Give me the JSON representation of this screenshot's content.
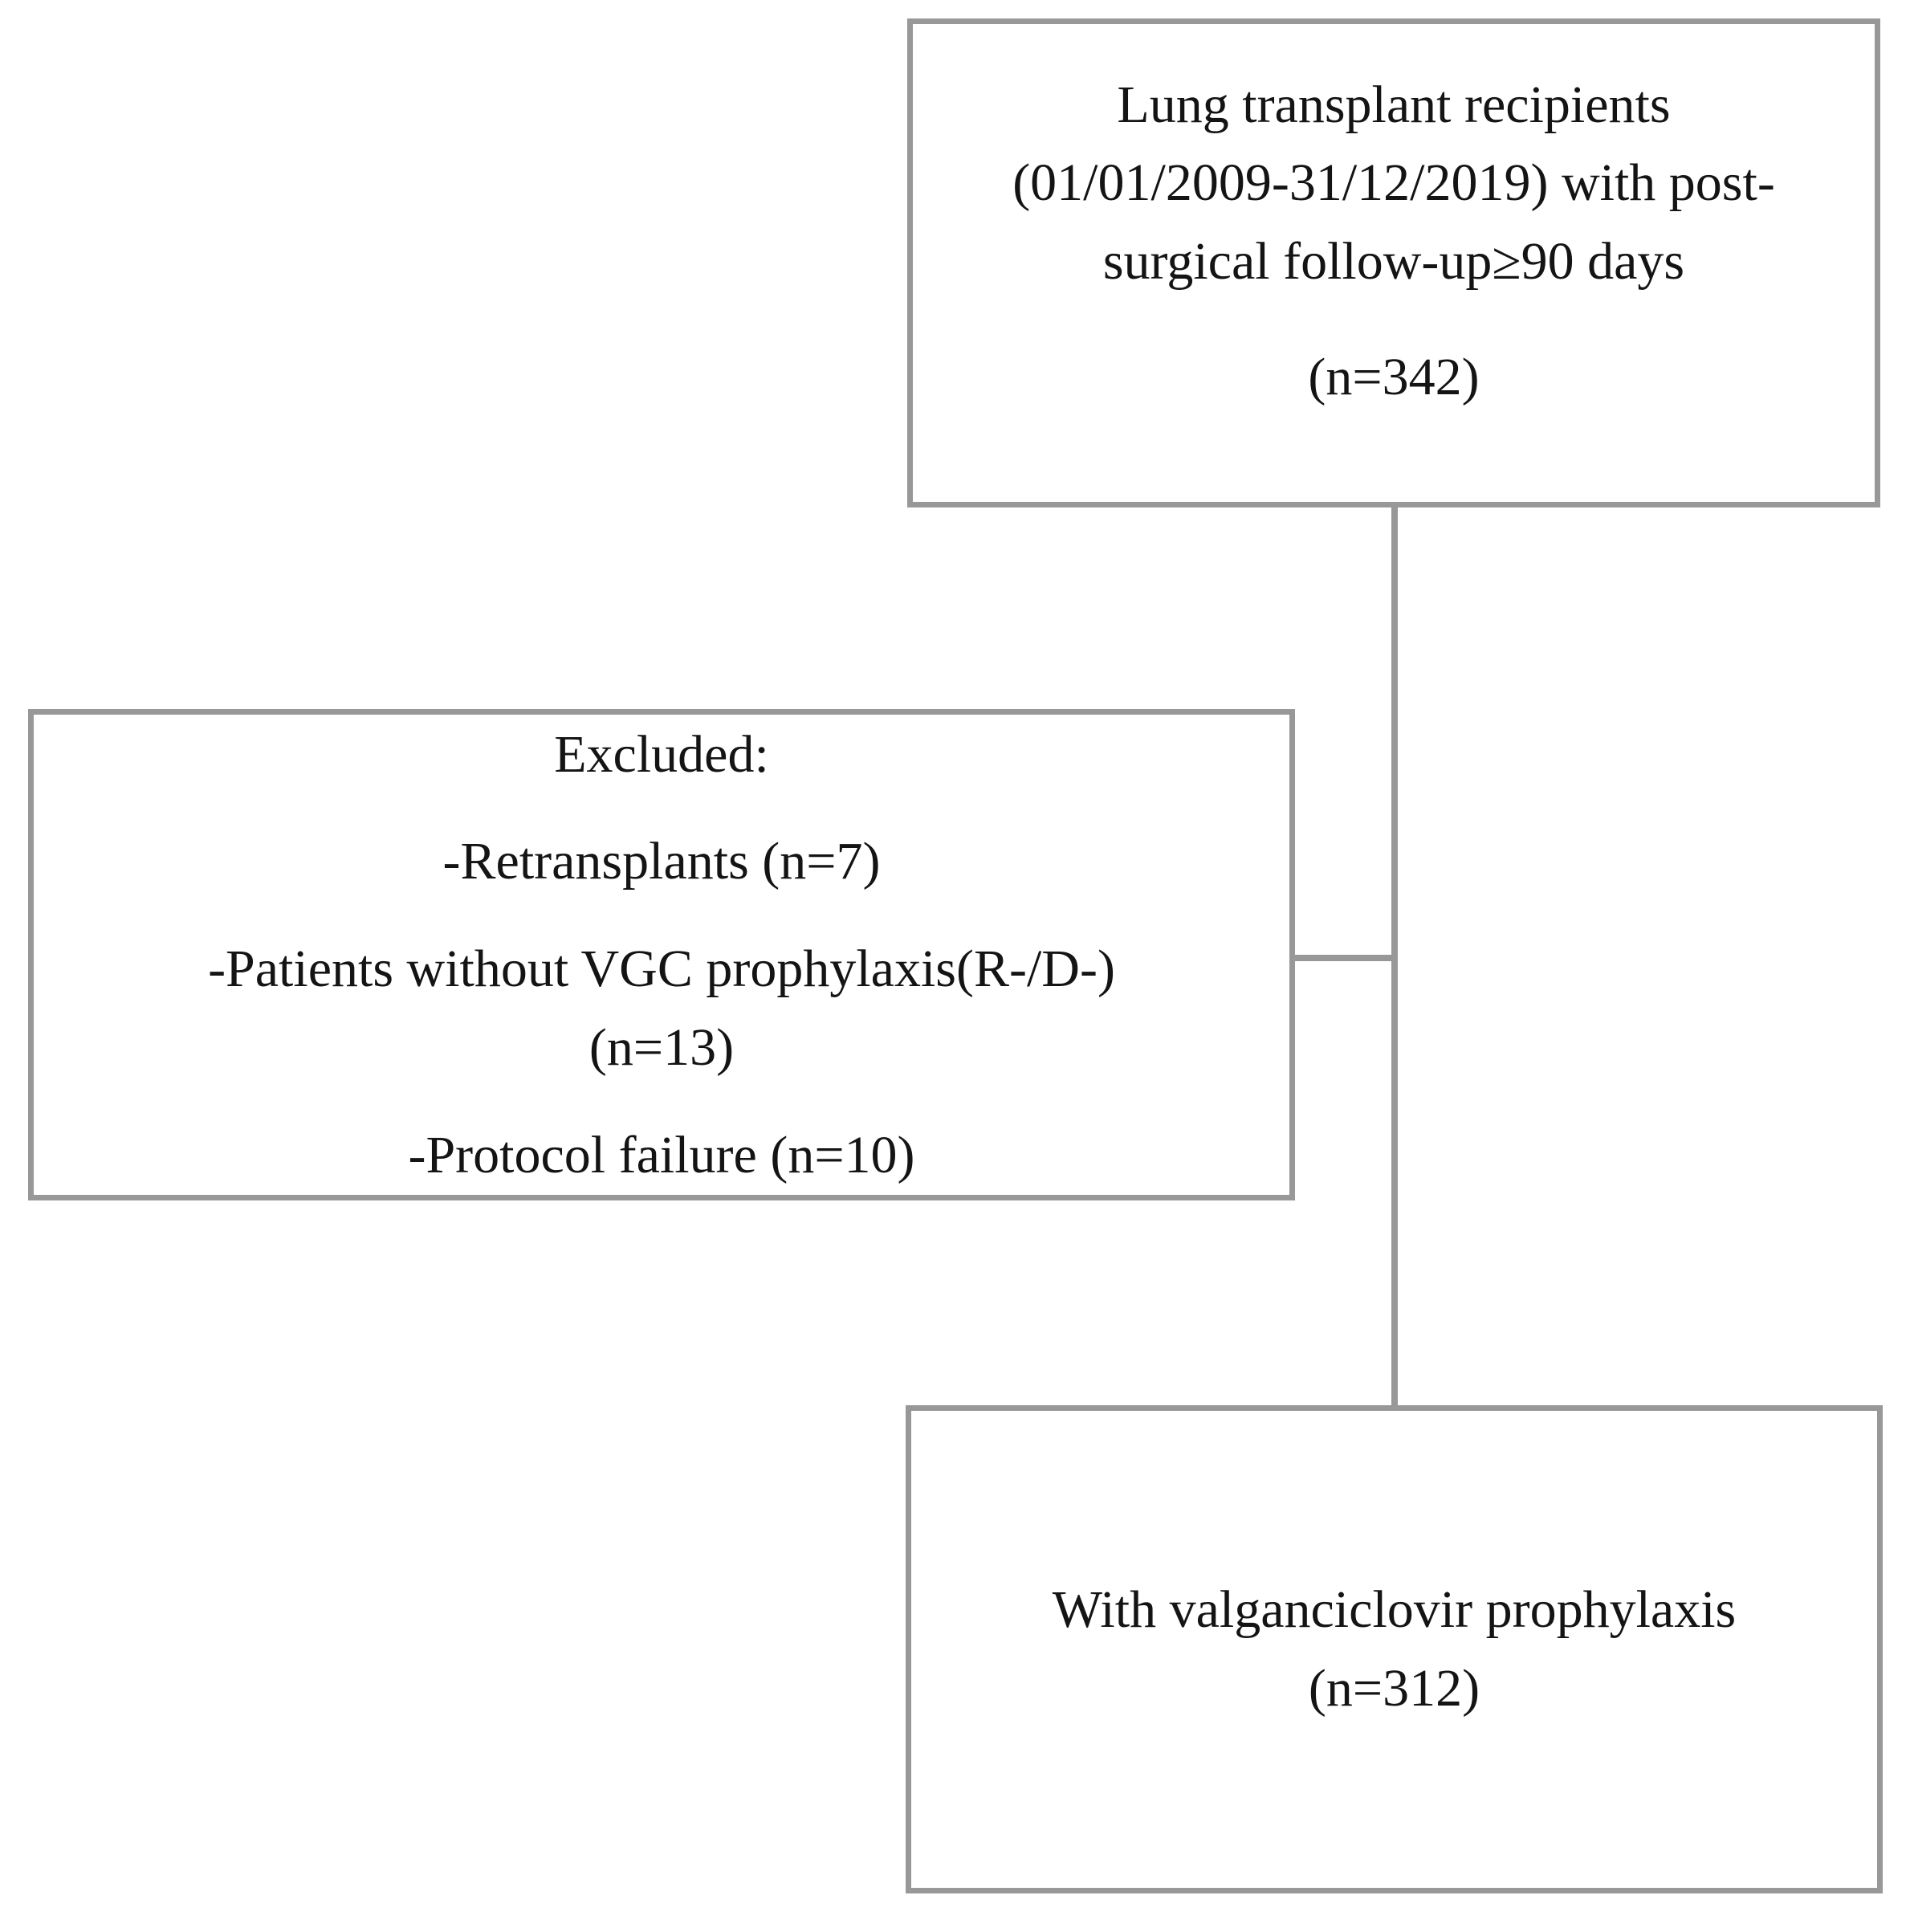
{
  "colors": {
    "border": "#989898",
    "text": "#141414",
    "background": "#ffffff"
  },
  "boxes": {
    "top": {
      "lines": [
        "Lung transplant recipients",
        "(01/01/2009-31/12/2019) with post-",
        "surgical follow-up≥90 days"
      ],
      "count": "(n=342)"
    },
    "excluded": {
      "title": "Excluded:",
      "items": [
        {
          "lines": [
            "-Retransplants (n=7)"
          ]
        },
        {
          "lines": [
            "-Patients without VGC prophylaxis(R-/D-)",
            "(n=13)"
          ]
        },
        {
          "lines": [
            "-Protocol failure (n=10)"
          ]
        }
      ]
    },
    "final": {
      "lines": [
        "With valganciclovir prophylaxis",
        "(n=312)"
      ]
    }
  }
}
